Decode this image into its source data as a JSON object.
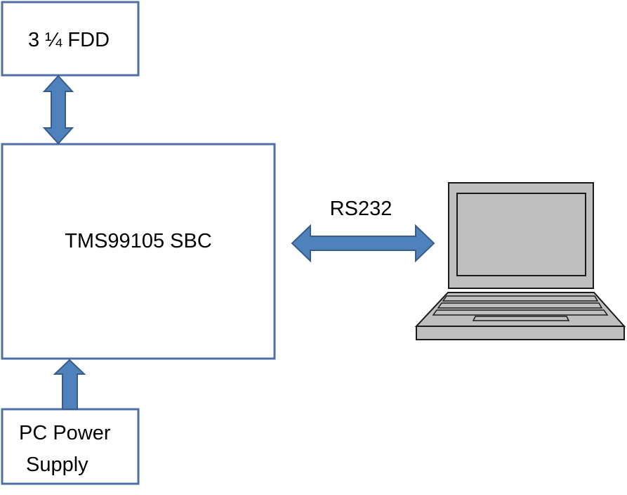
{
  "blocks": {
    "fdd": {
      "label": "3 ¼ FDD"
    },
    "sbc": {
      "label": "TMS99105 SBC"
    },
    "psu": {
      "label_line1": "PC Power",
      "label_line2": "Supply"
    }
  },
  "link": {
    "label": "RS232"
  },
  "terminal": {
    "icon": "laptop-icon"
  },
  "colors": {
    "arrow_fill": "#4F81BD",
    "arrow_stroke": "#385D8A",
    "box_stroke": "#4F6FA8",
    "laptop_fill": "#BFBFBF",
    "laptop_stroke": "#1A1A1A"
  }
}
